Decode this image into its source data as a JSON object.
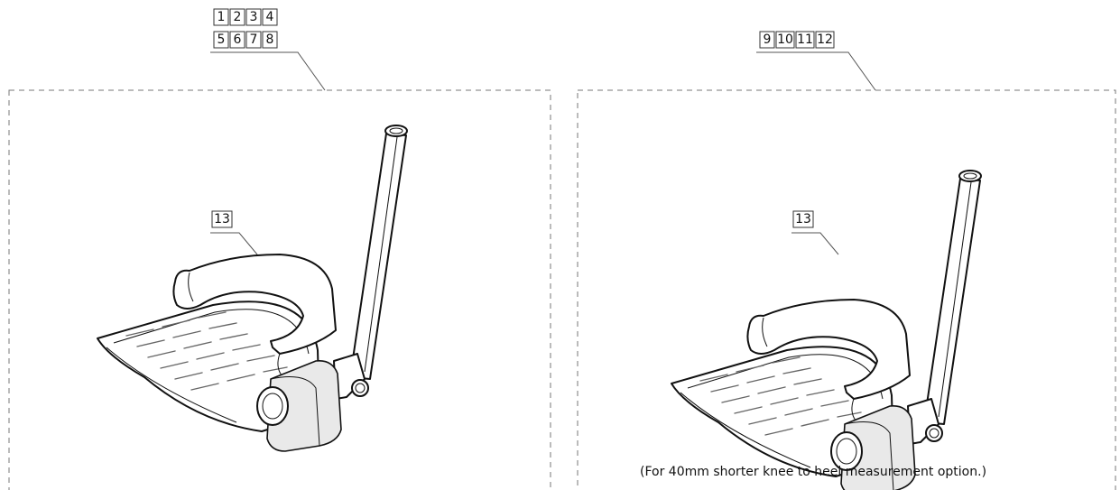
{
  "left_assembly": {
    "callout_numbers": [
      "1",
      "2",
      "3",
      "4",
      "5",
      "6",
      "7",
      "8"
    ],
    "part_label": "13"
  },
  "right_assembly": {
    "callout_numbers": [
      "9",
      "10",
      "11",
      "12"
    ],
    "part_label": "13",
    "caption": "(For 40mm shorter knee to heel measurement option.)"
  }
}
